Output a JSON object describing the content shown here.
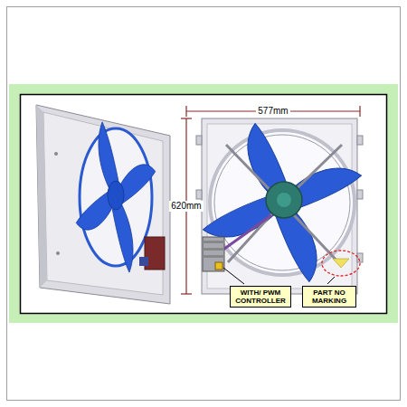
{
  "diagram": {
    "nodes": [
      {
        "text": [
          "WITH/ PWM CONTROLLER"
        ]
      },
      {
        "text": [
          "PART NO MARKING"
        ]
      }
    ],
    "labels": [
      "577mm",
      "620mm"
    ]
  }
}
